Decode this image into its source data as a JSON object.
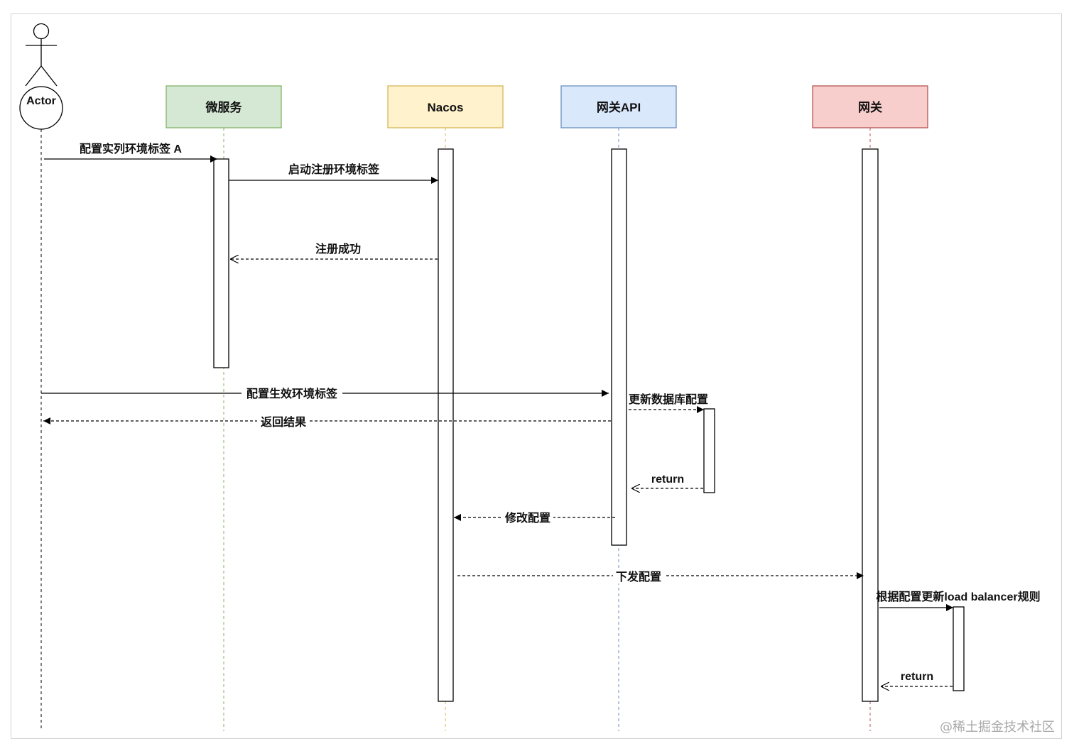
{
  "actor": {
    "label": "Actor"
  },
  "participants": [
    {
      "id": "micro",
      "label": "微服务",
      "fill": "#d5e8d4",
      "stroke": "#82b366"
    },
    {
      "id": "nacos",
      "label": "Nacos",
      "fill": "#fff2cc",
      "stroke": "#d6b656"
    },
    {
      "id": "gwapi",
      "label": "网关API",
      "fill": "#dae8fc",
      "stroke": "#6c8ebf"
    },
    {
      "id": "gw",
      "label": "网关",
      "fill": "#f8cecc",
      "stroke": "#b85450"
    }
  ],
  "messages": [
    {
      "label": "配置实列环境标签 A",
      "style": "sync"
    },
    {
      "label": "启动注册环境标签",
      "style": "sync"
    },
    {
      "label": "注册成功",
      "style": "reply"
    },
    {
      "label": "配置生效环境标签",
      "style": "sync"
    },
    {
      "label": "返回结果",
      "style": "reply"
    },
    {
      "label": "更新数据库配置",
      "style": "async"
    },
    {
      "label": "return",
      "style": "reply"
    },
    {
      "label": "修改配置",
      "style": "async"
    },
    {
      "label": "下发配置",
      "style": "async"
    },
    {
      "label": "根据配置更新load balancer规则",
      "style": "sync"
    },
    {
      "label": "return",
      "style": "reply"
    }
  ],
  "watermark": "@稀土掘金技术社区"
}
